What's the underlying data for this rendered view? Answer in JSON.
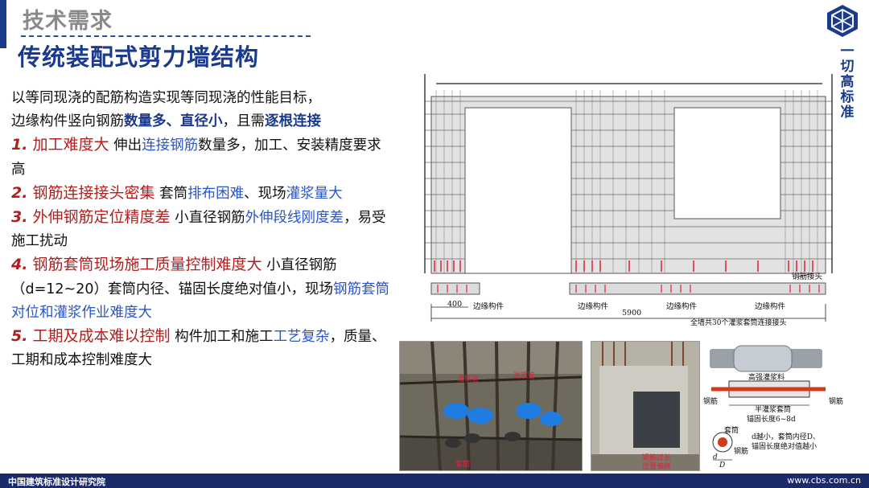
{
  "header": {
    "section_title": "技术需求",
    "page_title": "传统装配式剪力墙结构",
    "brand_vertical": "一切高标准"
  },
  "body": {
    "line1": "以等同现浇的配筋构造实现等同现浇的性能目标，",
    "line2_a": "边缘构件竖向钢筋",
    "line2_b": "数量多",
    "line2_c": "、",
    "line2_d": "直径小",
    "line2_e": "，且需",
    "line2_f": "逐根连接",
    "items": [
      {
        "num": "1.",
        "title": " 加工难度大",
        "desc_a": " 伸出",
        "desc_b": "连接钢筋",
        "desc_c": "数量多，加工、安装精度要求高"
      },
      {
        "num": "2.",
        "title": " 钢筋连接接头密集",
        "desc_a": " 套筒",
        "desc_b": "排布困难",
        "desc_c": "、现场",
        "desc_d": "灌浆量大"
      },
      {
        "num": "3.",
        "title": " 外伸钢筋定位精度差",
        "desc_a": " 小直径钢筋",
        "desc_b": "外伸段线刚度差",
        "desc_c": "，易受施工扰动"
      },
      {
        "num": "4.",
        "title": " 钢筋套筒现场施工质量控制难度大",
        "desc_a": " 小直径钢筋（d=12~20）套筒内径、锚固长度绝对值小，现场",
        "desc_b": "钢筋套筒对位和灌浆作业难度大"
      },
      {
        "num": "5.",
        "title": " 工期及成本难以控制",
        "desc_a": " 构件加工和施工",
        "desc_b": "工艺复杂",
        "desc_c": "，质量、工期和成本控制难度大"
      }
    ]
  },
  "drawing": {
    "edge_member": "边缘构件",
    "dim_400": "400",
    "dim_5900": "5900",
    "joint_label": "钢筋接头",
    "total_caption": "全墙共30个灌浆套筒连接接头"
  },
  "photo1": {
    "label_overflow": "溢浆管",
    "label_grout": "灌浆管",
    "label_sleeve": "套筒",
    "label_rebar": "钢筋过长",
    "label_pos": "位置偏移"
  },
  "detail": {
    "grout": "高强灌浆料",
    "rebar_left": "钢筋",
    "rebar_right": "钢筋",
    "half_sleeve": "半灌浆套筒",
    "anchor": "锚固长度6~8d",
    "sleeve": "套筒",
    "rebar_small": "钢筋",
    "note1": "d越小，套筒内径D、",
    "note2": "锚固长度绝对值越小",
    "d_label": "d",
    "D_label": "D"
  },
  "footer": {
    "left": "中国建筑标准设计研究院",
    "right": "www.cbs.com.cn"
  },
  "colors": {
    "brand": "#1a3a8c",
    "accent_red": "#b11e1e",
    "accent_blue": "#2a55c8"
  }
}
